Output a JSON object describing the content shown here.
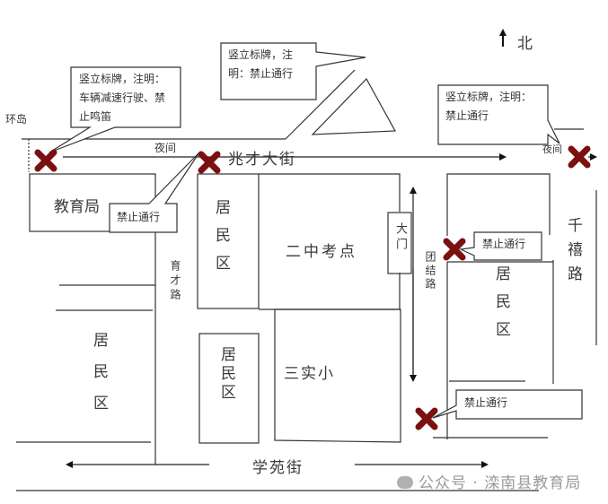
{
  "map": {
    "north_label": "北",
    "roads": {
      "main_street": "兆才大街",
      "xueyuan_street": "学苑街",
      "yucai_road": "育才路",
      "tuanjie_road": "团结路",
      "qianxi_road": "千禧路",
      "roundabout": "环岛"
    },
    "night_labels": [
      "夜间",
      "夜间"
    ],
    "buildings": {
      "education_bureau": "教育局",
      "exam_site": "二中考点",
      "gate": "大门",
      "school": "三实小",
      "residential": "居民区"
    },
    "callouts": [
      {
        "id": "sign-slow",
        "text_lines": [
          "竖立标牌，注明：",
          "车辆减速行驶、禁",
          "止鸣笛"
        ]
      },
      {
        "id": "sign-top",
        "text_lines": [
          "竖立标牌，注",
          "明：禁止通行"
        ]
      },
      {
        "id": "sign-right",
        "text_lines": [
          "竖立标牌，注明：",
          "禁止通行"
        ]
      },
      {
        "id": "no-entry-yucai",
        "text_lines": [
          "禁止通行"
        ]
      },
      {
        "id": "no-entry-tuanjie-north",
        "text_lines": [
          "禁止通行"
        ]
      },
      {
        "id": "no-entry-tuanjie-south",
        "text_lines": [
          "禁止通行"
        ]
      }
    ],
    "closure_marker_color": "#7a1010"
  },
  "watermark": {
    "text": "公众号 · 滦南县教育局"
  }
}
